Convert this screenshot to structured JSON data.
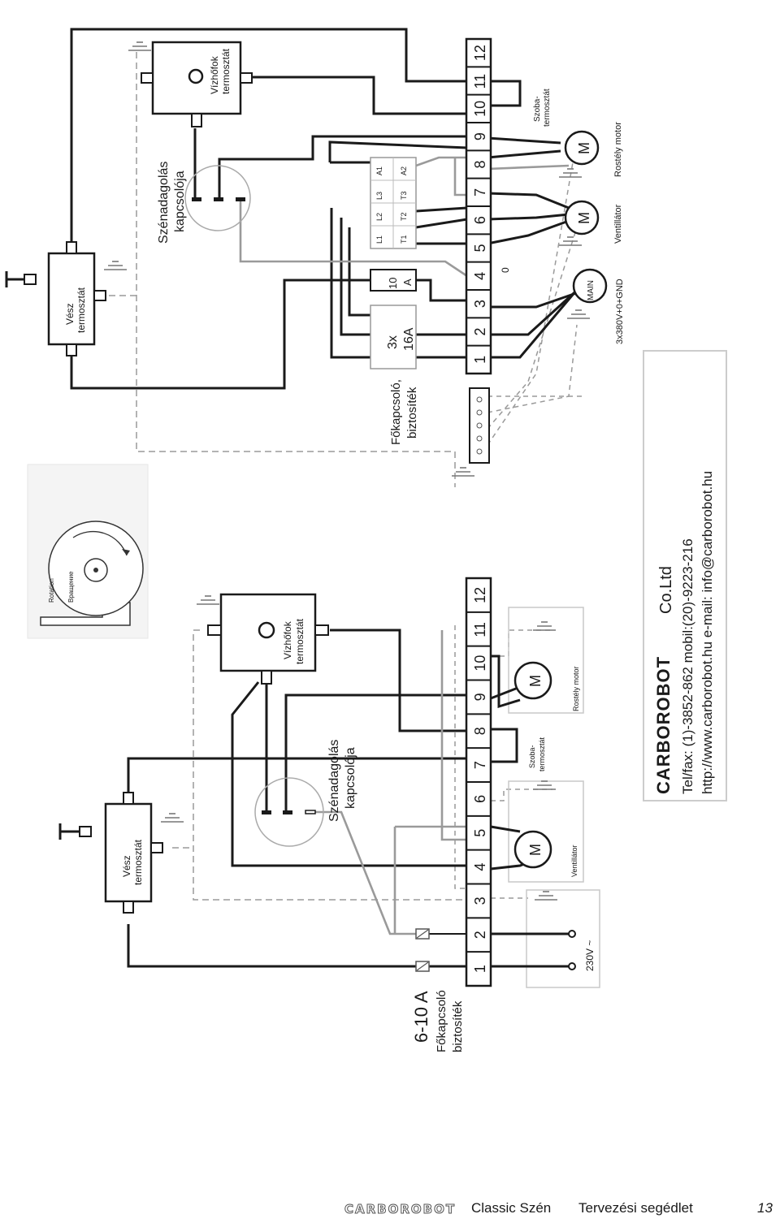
{
  "colors": {
    "wire": "#1a1a1a",
    "signal_wire": "#9a9a9a",
    "dashed_ground": "#9a9a9a",
    "frame": "#c8c8c8"
  },
  "upper_diagram": {
    "vizhofok_label": [
      "Vízhőfok",
      "termosztát"
    ],
    "szenadagolas_label": [
      "Szénadagolás",
      "kapcsolója"
    ],
    "vesz_label": [
      "Vész",
      "termosztát"
    ],
    "szoba_label": [
      "Szoba-",
      "termosztát"
    ],
    "rostely_label": "Rostély motor",
    "ventillator_label": "Ventillátor",
    "main_label": "MAIN",
    "supply_label": "3x380V+0+GND",
    "fokapcsolo_label": [
      "Főkapcsoló,",
      "biztosíték"
    ],
    "fuse_label": [
      "3x",
      "16A"
    ],
    "relay_label": [
      "10",
      "A"
    ],
    "contactor_top": [
      "L1",
      "L2",
      "L3",
      "A1"
    ],
    "contactor_bottom": [
      "T1",
      "T2",
      "T3",
      "A2"
    ],
    "zero_label": "0",
    "motor_symbol": "M",
    "terminals": [
      "1",
      "2",
      "3",
      "4",
      "5",
      "6",
      "7",
      "8",
      "9",
      "10",
      "11",
      "12"
    ]
  },
  "lower_diagram": {
    "vizhofok_label": [
      "Vízhőfok",
      "termosztát"
    ],
    "szenadagolas_label": [
      "Szénadagolás",
      "kapcsolója"
    ],
    "vesz_label": [
      "Vész",
      "termosztát"
    ],
    "szoba_label": [
      "Szoba-",
      "termosztát"
    ],
    "rostely_label": "Rostély motor",
    "ventillator_label": "Ventillátor",
    "supply_label": "230V ~",
    "fokapcsolo_label": [
      "6-10 A",
      "Főkapcsoló",
      "biztosíték"
    ],
    "motor_symbol": "M",
    "terminals": [
      "1",
      "2",
      "3",
      "4",
      "5",
      "6",
      "7",
      "8",
      "9",
      "10",
      "11",
      "12"
    ]
  },
  "fan_illustration": {
    "labels": [
      "Rotation",
      "Вращение"
    ]
  },
  "contact_box": {
    "brand": "CARBOROBOT",
    "company": "Co.Ltd",
    "tel": "Tel/fax: (1)-3852-862  mobil:(20)-9223-216",
    "web": "http://www.carborobot.hu  e-mail: info@carborobot.hu"
  },
  "footer": {
    "brand": "CARBOROBOT",
    "model": "Classic Szén",
    "title": "Tervezési segédlet",
    "page": "13"
  }
}
